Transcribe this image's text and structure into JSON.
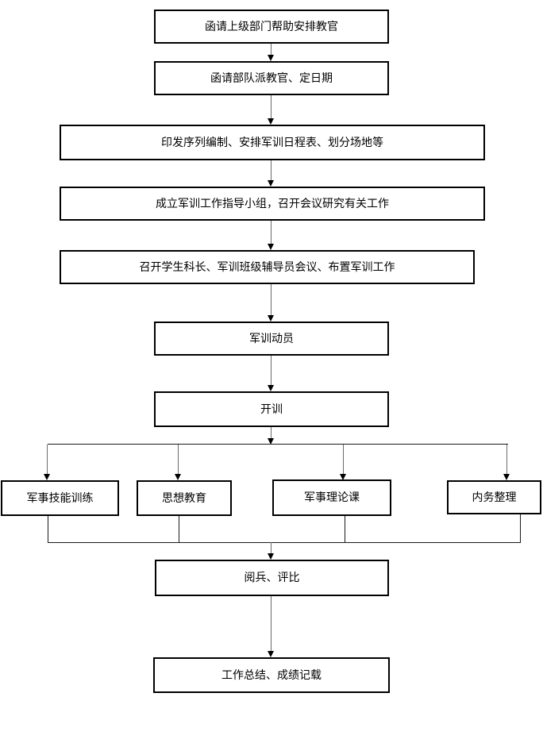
{
  "diagram": {
    "type": "flowchart",
    "background_color": "#ffffff",
    "box_border_color": "#000000",
    "box_fill_color": "#ffffff",
    "connector_color": "#6b6b6b",
    "arrowhead_color": "#000000",
    "text_color": "#000000",
    "nodes": [
      {
        "id": 0,
        "label": "函请上级部门帮助安排教官"
      },
      {
        "id": 1,
        "label": "函请部队派教官、定日期"
      },
      {
        "id": 2,
        "label": "印发序列编制、安排军训日程表、划分场地等"
      },
      {
        "id": 3,
        "label": "成立军训工作指导小组，召开会议研究有关工作"
      },
      {
        "id": 4,
        "label": "召开学生科长、军训班级辅导员会议、布置军训工作"
      },
      {
        "id": 5,
        "label": "军训动员"
      },
      {
        "id": 6,
        "label": "开训"
      },
      {
        "id": 7,
        "label": "军事技能训练"
      },
      {
        "id": 8,
        "label": "思想教育"
      },
      {
        "id": 9,
        "label": "军事理论课"
      },
      {
        "id": 10,
        "label": "内务整理"
      },
      {
        "id": 11,
        "label": "阅兵、评比"
      },
      {
        "id": 12,
        "label": "工作总结、成绩记载"
      }
    ],
    "edges": [
      {
        "from": 0,
        "to": 1
      },
      {
        "from": 1,
        "to": 2
      },
      {
        "from": 2,
        "to": 3
      },
      {
        "from": 3,
        "to": 4
      },
      {
        "from": 4,
        "to": 5
      },
      {
        "from": 5,
        "to": 6
      },
      {
        "from": 6,
        "to": 7
      },
      {
        "from": 6,
        "to": 8
      },
      {
        "from": 6,
        "to": 9
      },
      {
        "from": 6,
        "to": 10
      },
      {
        "from": 7,
        "to": 11
      },
      {
        "from": 8,
        "to": 11
      },
      {
        "from": 9,
        "to": 11
      },
      {
        "from": 10,
        "to": 11
      },
      {
        "from": 11,
        "to": 12
      }
    ]
  }
}
